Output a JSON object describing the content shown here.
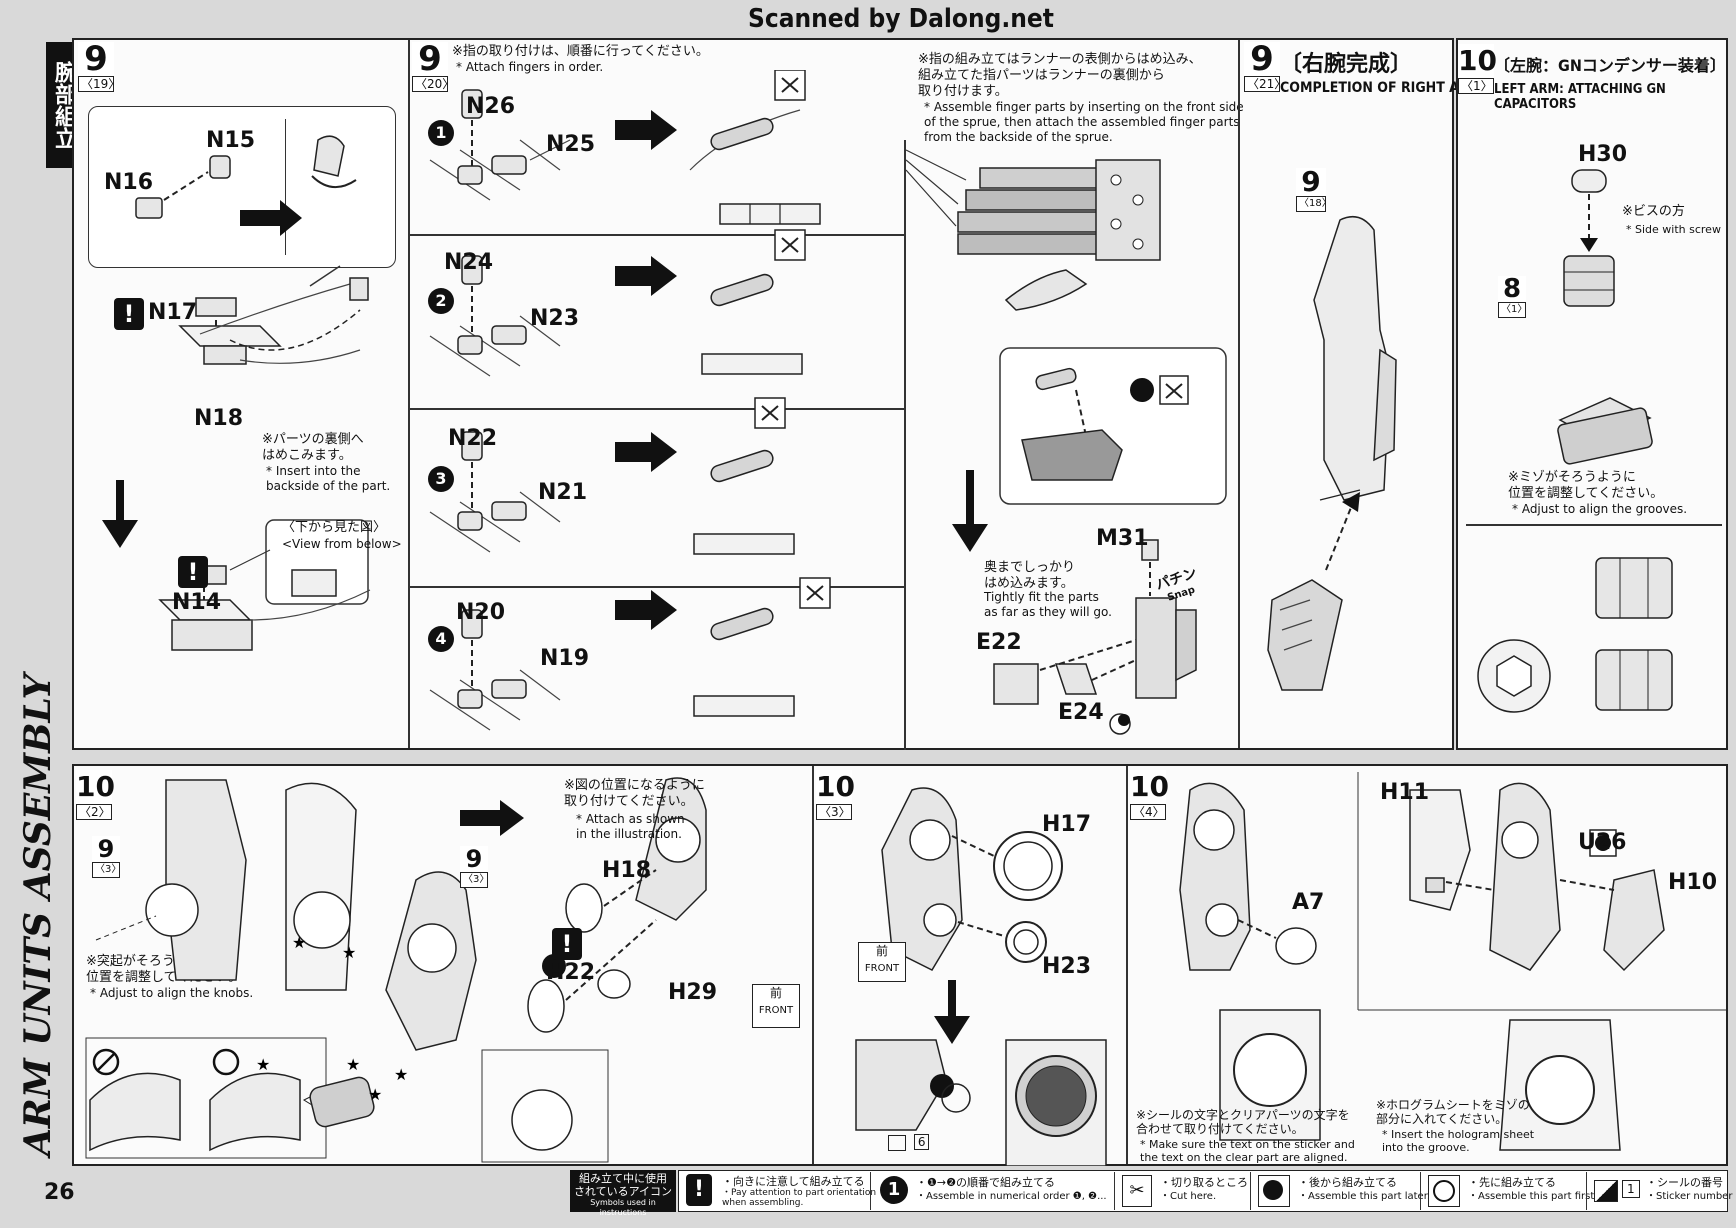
{
  "scan_credit": "Scanned by Dalong.net",
  "page_number": "26",
  "side_title_jp": "腕部組立",
  "side_title_en": "ARM UNITS ASSEMBLY",
  "steps": {
    "s9_19": {
      "num": "9",
      "sub": "〈19〉",
      "parts": [
        "N15",
        "N16",
        "N17",
        "N18",
        "N14"
      ],
      "note_jp": "※パーツの裏側へ\nはめこみます。",
      "note_en": "* Insert into the\nbackside of the part.",
      "view_jp": "〈下から見た図〉",
      "view_en": "<View from below>"
    },
    "s9_20": {
      "num": "9",
      "sub": "〈20〉",
      "note_jp": "※指の取り付けは、順番に行ってください。",
      "note_en": "* Attach fingers in order.",
      "sprue_note_jp": "※指の組み立てはランナーの表側からはめ込み、\n組み立てた指パーツはランナーの裏側から\n取り付けます。",
      "sprue_note_en": "* Assemble finger parts by inserting on the front side\nof the sprue, then attach the assembled finger parts\nfrom the backside of the sprue.",
      "rows": [
        {
          "order": "1",
          "a": "N26",
          "b": "N25"
        },
        {
          "order": "2",
          "a": "N24",
          "b": "N23"
        },
        {
          "order": "3",
          "a": "N22",
          "b": "N21"
        },
        {
          "order": "4",
          "a": "N20",
          "b": "N19"
        }
      ],
      "fit_jp": "奥までしっかり\nはめ込みます。",
      "fit_en": "Tightly fit the parts\nas far as they will go.",
      "snap_jp": "パチン",
      "snap_en": "Snap",
      "parts_extra": [
        "M31",
        "E22",
        "E24"
      ]
    },
    "s9_21": {
      "num": "9",
      "sub": "〈21〉",
      "title_jp": "〔右腕完成〕",
      "title_en": "COMPLETION OF RIGHT ARM",
      "ref_num": "9",
      "ref_sub": "〈18〉"
    },
    "s10_1": {
      "num": "10",
      "sub": "〈1〉",
      "title_jp": "〔左腕：GNコンデンサー装着〕",
      "title_en": "LEFT ARM: ATTACHING GN CAPACITORS",
      "part": "H30",
      "screw_jp": "※ビスの方",
      "screw_en": "* Side with screw",
      "ref_num": "8",
      "ref_sub": "〈1〉",
      "groove_jp": "※ミゾがそろうように\n位置を調整してください。",
      "groove_en": "* Adjust to align the grooves."
    },
    "s10_2": {
      "num": "10",
      "sub": "〈2〉",
      "ref_num": "9",
      "ref_sub": "〈3〉",
      "knob_jp": "※突起がそろうように\n位置を調整してください。",
      "knob_en": "* Adjust to align the knobs.",
      "ref2_num": "9",
      "ref2_sub": "〈3〉",
      "pos_jp": "※図の位置になるように\n取り付けてください。",
      "pos_en": "* Attach as shown\nin the illustration.",
      "parts": [
        "H18",
        "H22",
        "H29"
      ],
      "front_jp": "前",
      "front_en": "FRONT"
    },
    "s10_3": {
      "num": "10",
      "sub": "〈3〉",
      "parts": [
        "H17",
        "H23"
      ],
      "front_jp": "前",
      "front_en": "FRONT",
      "sticker": "6"
    },
    "s10_4": {
      "num": "10",
      "sub": "〈4〉",
      "parts": [
        "A7",
        "H11",
        "U26",
        "H10"
      ],
      "sticker_note_jp": "※シールの文字とクリアパーツの文字を\n合わせて取り付けてください。",
      "sticker_note_en": "* Make sure the text on the sticker and\nthe text on the clear part are aligned.",
      "holo_jp": "※ホログラムシートをミゾの\n部分に入れてください。",
      "holo_en": "* Insert the hologram sheet\ninto the groove."
    }
  },
  "legend": {
    "title_jp": "組み立て中に使用\nされているアイコン",
    "title_en": "Symbols used in instructions",
    "items": [
      {
        "icon": "caution-icon",
        "jp": "・向きに注意して組み立てる",
        "en": "・Pay attention to part orientation\nwhen assembling."
      },
      {
        "icon": "order-icon",
        "jp": "・❶→❷の順番で組み立てる",
        "en": "・Assemble in numerical order ❶, ❷..."
      },
      {
        "icon": "cut-icon",
        "jp": "・切り取るところ",
        "en": "・Cut here."
      },
      {
        "icon": "later-icon",
        "jp": "・後から組み立てる",
        "en": "・Assemble this part later."
      },
      {
        "icon": "first-icon",
        "jp": "・先に組み立てる",
        "en": "・Assemble this part first."
      },
      {
        "icon": "sticker-icon",
        "jp": "・シールの番号",
        "en": "・Sticker number",
        "num": "1"
      }
    ]
  }
}
